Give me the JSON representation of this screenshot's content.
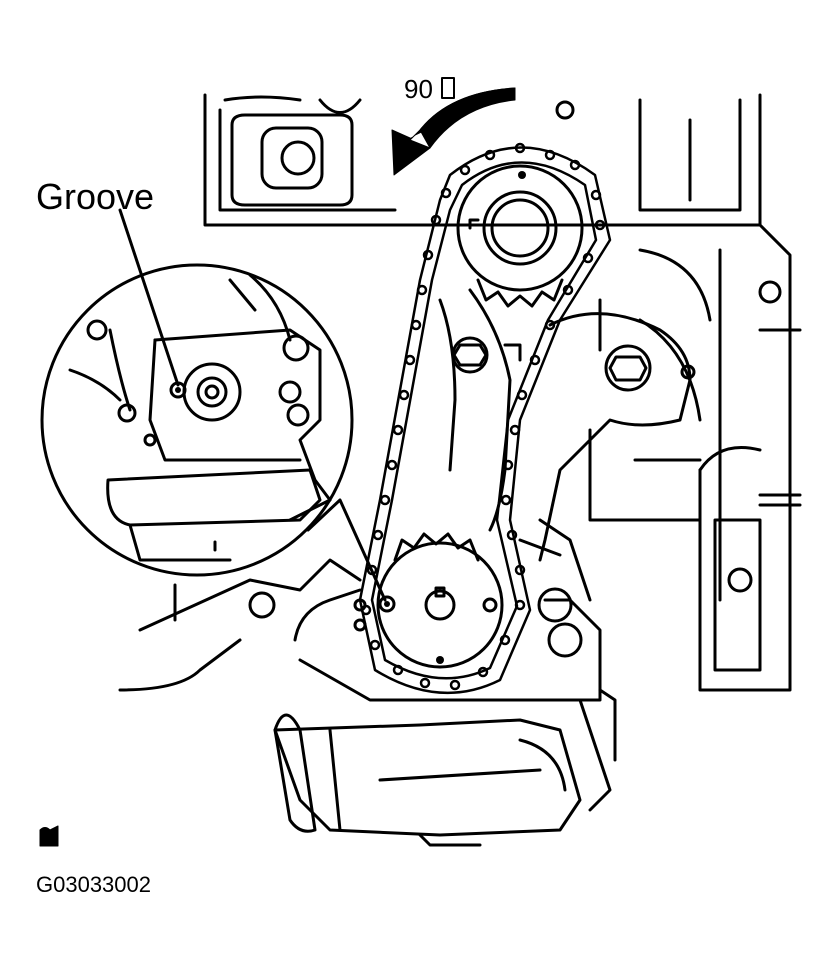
{
  "labels": {
    "groove": "Groove",
    "rotation_angle": "90",
    "figure_id": "G03033002"
  },
  "colors": {
    "line": "#000000",
    "background": "#ffffff"
  },
  "icons": {
    "rotation_arrow": "curved-arrow-icon",
    "page_mark": "note-icon"
  }
}
